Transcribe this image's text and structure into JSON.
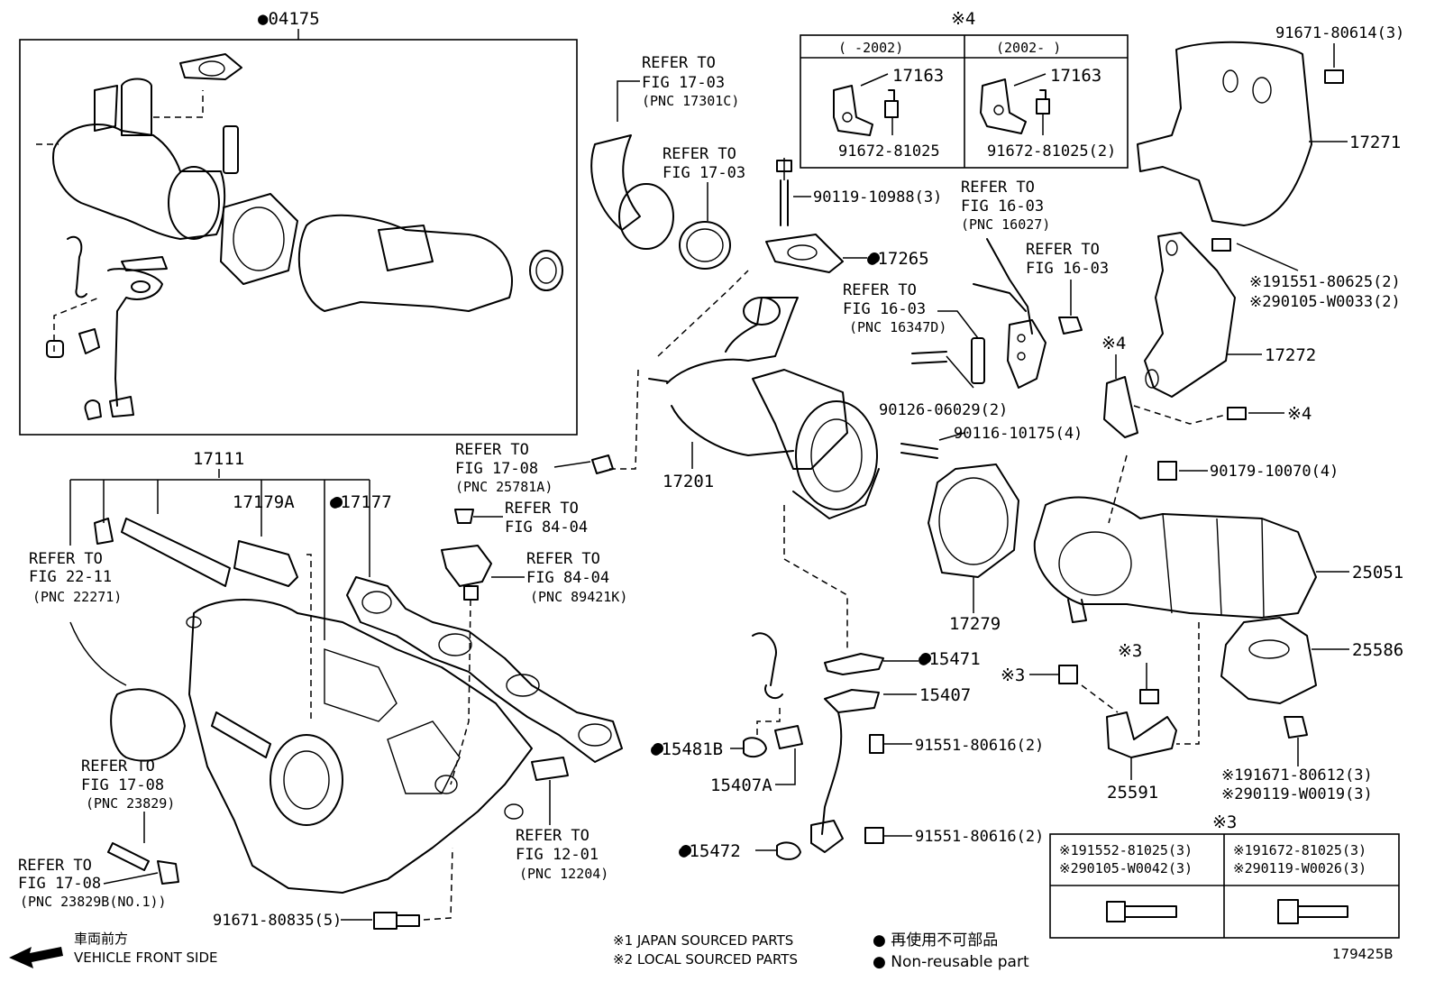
{
  "diagram_id": "179425B",
  "groups": {
    "turbo_assy": "●04175",
    "manifold": "17111"
  },
  "parts": {
    "p17163_a": "17163",
    "p17163_b": "17163",
    "p91672_a": "91672-81025",
    "p91672_b": "91672-81025(2)",
    "p91671_80614": "91671-80614(3)",
    "p17271": "17271",
    "p90119_10988": "90119-10988(3)",
    "p17265": "●17265",
    "p17272": "17272",
    "p191551": "※191551-80625(2)",
    "p290105_w0033": "※290105-W0033(2)",
    "p90126": "90126-06029(2)",
    "p90116": "90116-10175(4)",
    "p17201": "17201",
    "p90179": "90179-10070(4)",
    "p17279": "17279",
    "p25051": "25051",
    "p25586": "25586",
    "p15471": "●15471",
    "p15407": "15407",
    "p91551_a": "91551-80616(2)",
    "p91551_b": "91551-80616(2)",
    "p15481b": "●15481B",
    "p15407a": "15407A",
    "p15472": "●15472",
    "p25591": "25591",
    "p191671_80612": "※191671-80612(3)",
    "p290119_w0019": "※290119-W0019(3)",
    "p17179a": "17179A",
    "p17177": "●17177",
    "p91671_80835": "91671-80835(5)"
  },
  "refs": {
    "r1": {
      "l1": "REFER TO",
      "l2": "FIG 17-03",
      "pnc": "(PNC 17301C)"
    },
    "r2": {
      "l1": "REFER TO",
      "l2": "FIG 17-03"
    },
    "r3": {
      "l1": "REFER TO",
      "l2": "FIG 16-03",
      "pnc": "(PNC 16027)"
    },
    "r4": {
      "l1": "REFER TO",
      "l2": "FIG 16-03"
    },
    "r5": {
      "l1": "REFER TO",
      "l2": "FIG 16-03",
      "pnc": "(PNC 16347D)"
    },
    "r6": {
      "l1": "REFER TO",
      "l2": "FIG 17-08",
      "pnc": "(PNC 25781A)"
    },
    "r7": {
      "l1": "REFER TO",
      "l2": "FIG 84-04"
    },
    "r8": {
      "l1": "REFER TO",
      "l2": "FIG 84-04",
      "pnc": "(PNC 89421K)"
    },
    "r9": {
      "l1": "REFER TO",
      "l2": "FIG 22-11",
      "pnc": "(PNC 22271)"
    },
    "r10": {
      "l1": "REFER TO",
      "l2": "FIG 17-08",
      "pnc": "(PNC 23829)"
    },
    "r11": {
      "l1": "REFER TO",
      "l2": "FIG 17-08",
      "pnc": "(PNC 23829B(NO.1))"
    },
    "r12": {
      "l1": "REFER TO",
      "l2": "FIG 12-01",
      "pnc": "(PNC 12204)"
    }
  },
  "notes": {
    "n4_top": "※4",
    "n4_a": "※4",
    "n4_b": "※4",
    "n3_a": "※3",
    "n3_b": "※3",
    "n3_table": "※3"
  },
  "table4": {
    "col1": "(      -2002)",
    "col2": "(2002-      )"
  },
  "table3": {
    "c1l1": "※191552-81025(3)",
    "c1l2": "※290105-W0042(3)",
    "c2l1": "※191672-81025(3)",
    "c2l2": "※290119-W0026(3)"
  },
  "legend": {
    "front_jp": "車両前方",
    "front_en": "VEHICLE FRONT SIDE",
    "j1": "※1  JAPAN SOURCED PARTS",
    "j2": "※2  LOCAL SOURCED PARTS",
    "nr_jp": "● 再使用不可部品",
    "nr_en": "● Non-reusable part"
  }
}
